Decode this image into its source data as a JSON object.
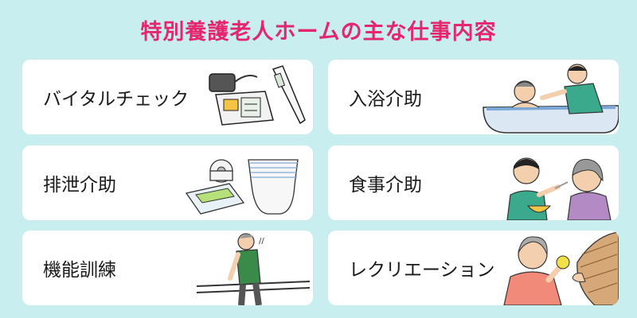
{
  "title": "特別養護老人ホームの主な仕事内容",
  "colors": {
    "background": "#c9eef0",
    "title": "#e5266e",
    "card": "#ffffff"
  },
  "cards": [
    {
      "label": "バイタルチェック",
      "icon": "blood-pressure-monitor-and-thermometer-illustration"
    },
    {
      "label": "入浴介助",
      "icon": "bathing-assistance-illustration"
    },
    {
      "label": "排泄介助",
      "icon": "toilet-paper-wipes-diaper-illustration"
    },
    {
      "label": "食事介助",
      "icon": "meal-assistance-illustration"
    },
    {
      "label": "機能訓練",
      "icon": "parallel-bars-walking-illustration"
    },
    {
      "label": "レクリエーション",
      "icon": "recreation-ball-game-illustration"
    }
  ]
}
